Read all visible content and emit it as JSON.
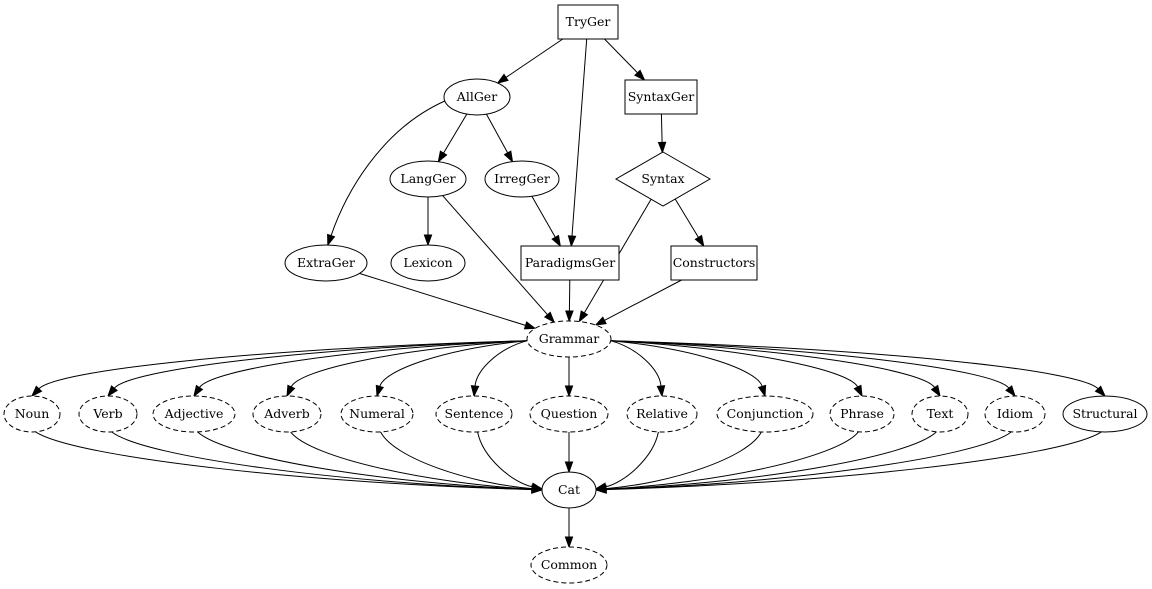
{
  "diagram": {
    "nodes": [
      {
        "id": "TryGer",
        "label": "TryGer",
        "shape": "box",
        "style": "solid"
      },
      {
        "id": "AllGer",
        "label": "AllGer",
        "shape": "ellipse",
        "style": "solid"
      },
      {
        "id": "SyntaxGer",
        "label": "SyntaxGer",
        "shape": "box",
        "style": "solid"
      },
      {
        "id": "LangGer",
        "label": "LangGer",
        "shape": "ellipse",
        "style": "solid"
      },
      {
        "id": "IrregGer",
        "label": "IrregGer",
        "shape": "ellipse",
        "style": "solid"
      },
      {
        "id": "Syntax",
        "label": "Syntax",
        "shape": "diamond",
        "style": "solid"
      },
      {
        "id": "ExtraGer",
        "label": "ExtraGer",
        "shape": "ellipse",
        "style": "solid"
      },
      {
        "id": "Lexicon",
        "label": "Lexicon",
        "shape": "ellipse",
        "style": "solid"
      },
      {
        "id": "ParadigmsGer",
        "label": "ParadigmsGer",
        "shape": "box",
        "style": "solid"
      },
      {
        "id": "Constructors",
        "label": "Constructors",
        "shape": "box",
        "style": "solid"
      },
      {
        "id": "Grammar",
        "label": "Grammar",
        "shape": "ellipse",
        "style": "dashed"
      },
      {
        "id": "Noun",
        "label": "Noun",
        "shape": "ellipse",
        "style": "dashed"
      },
      {
        "id": "Verb",
        "label": "Verb",
        "shape": "ellipse",
        "style": "dashed"
      },
      {
        "id": "Adjective",
        "label": "Adjective",
        "shape": "ellipse",
        "style": "dashed"
      },
      {
        "id": "Adverb",
        "label": "Adverb",
        "shape": "ellipse",
        "style": "dashed"
      },
      {
        "id": "Numeral",
        "label": "Numeral",
        "shape": "ellipse",
        "style": "dashed"
      },
      {
        "id": "Sentence",
        "label": "Sentence",
        "shape": "ellipse",
        "style": "dashed"
      },
      {
        "id": "Question",
        "label": "Question",
        "shape": "ellipse",
        "style": "dashed"
      },
      {
        "id": "Relative",
        "label": "Relative",
        "shape": "ellipse",
        "style": "dashed"
      },
      {
        "id": "Conjunction",
        "label": "Conjunction",
        "shape": "ellipse",
        "style": "dashed"
      },
      {
        "id": "Phrase",
        "label": "Phrase",
        "shape": "ellipse",
        "style": "dashed"
      },
      {
        "id": "Text",
        "label": "Text",
        "shape": "ellipse",
        "style": "dashed"
      },
      {
        "id": "Idiom",
        "label": "Idiom",
        "shape": "ellipse",
        "style": "dashed"
      },
      {
        "id": "Structural",
        "label": "Structural",
        "shape": "ellipse",
        "style": "solid"
      },
      {
        "id": "Cat",
        "label": "Cat",
        "shape": "ellipse",
        "style": "solid"
      },
      {
        "id": "Common",
        "label": "Common",
        "shape": "ellipse",
        "style": "dashed"
      }
    ],
    "edges": [
      {
        "from": "TryGer",
        "to": "AllGer"
      },
      {
        "from": "TryGer",
        "to": "ParadigmsGer"
      },
      {
        "from": "TryGer",
        "to": "SyntaxGer"
      },
      {
        "from": "AllGer",
        "to": "ExtraGer"
      },
      {
        "from": "AllGer",
        "to": "LangGer"
      },
      {
        "from": "AllGer",
        "to": "IrregGer"
      },
      {
        "from": "SyntaxGer",
        "to": "Syntax"
      },
      {
        "from": "LangGer",
        "to": "Lexicon"
      },
      {
        "from": "LangGer",
        "to": "Grammar"
      },
      {
        "from": "IrregGer",
        "to": "ParadigmsGer"
      },
      {
        "from": "Syntax",
        "to": "Constructors"
      },
      {
        "from": "Syntax",
        "to": "Grammar"
      },
      {
        "from": "ExtraGer",
        "to": "Grammar"
      },
      {
        "from": "ParadigmsGer",
        "to": "Grammar"
      },
      {
        "from": "Constructors",
        "to": "Grammar"
      },
      {
        "from": "Grammar",
        "to": "Noun"
      },
      {
        "from": "Grammar",
        "to": "Verb"
      },
      {
        "from": "Grammar",
        "to": "Adjective"
      },
      {
        "from": "Grammar",
        "to": "Adverb"
      },
      {
        "from": "Grammar",
        "to": "Numeral"
      },
      {
        "from": "Grammar",
        "to": "Sentence"
      },
      {
        "from": "Grammar",
        "to": "Question"
      },
      {
        "from": "Grammar",
        "to": "Relative"
      },
      {
        "from": "Grammar",
        "to": "Conjunction"
      },
      {
        "from": "Grammar",
        "to": "Phrase"
      },
      {
        "from": "Grammar",
        "to": "Text"
      },
      {
        "from": "Grammar",
        "to": "Idiom"
      },
      {
        "from": "Grammar",
        "to": "Structural"
      },
      {
        "from": "Noun",
        "to": "Cat"
      },
      {
        "from": "Verb",
        "to": "Cat"
      },
      {
        "from": "Adjective",
        "to": "Cat"
      },
      {
        "from": "Adverb",
        "to": "Cat"
      },
      {
        "from": "Numeral",
        "to": "Cat"
      },
      {
        "from": "Sentence",
        "to": "Cat"
      },
      {
        "from": "Question",
        "to": "Cat"
      },
      {
        "from": "Relative",
        "to": "Cat"
      },
      {
        "from": "Conjunction",
        "to": "Cat"
      },
      {
        "from": "Phrase",
        "to": "Cat"
      },
      {
        "from": "Text",
        "to": "Cat"
      },
      {
        "from": "Idiom",
        "to": "Cat"
      },
      {
        "from": "Structural",
        "to": "Cat"
      },
      {
        "from": "Cat",
        "to": "Common"
      }
    ]
  }
}
